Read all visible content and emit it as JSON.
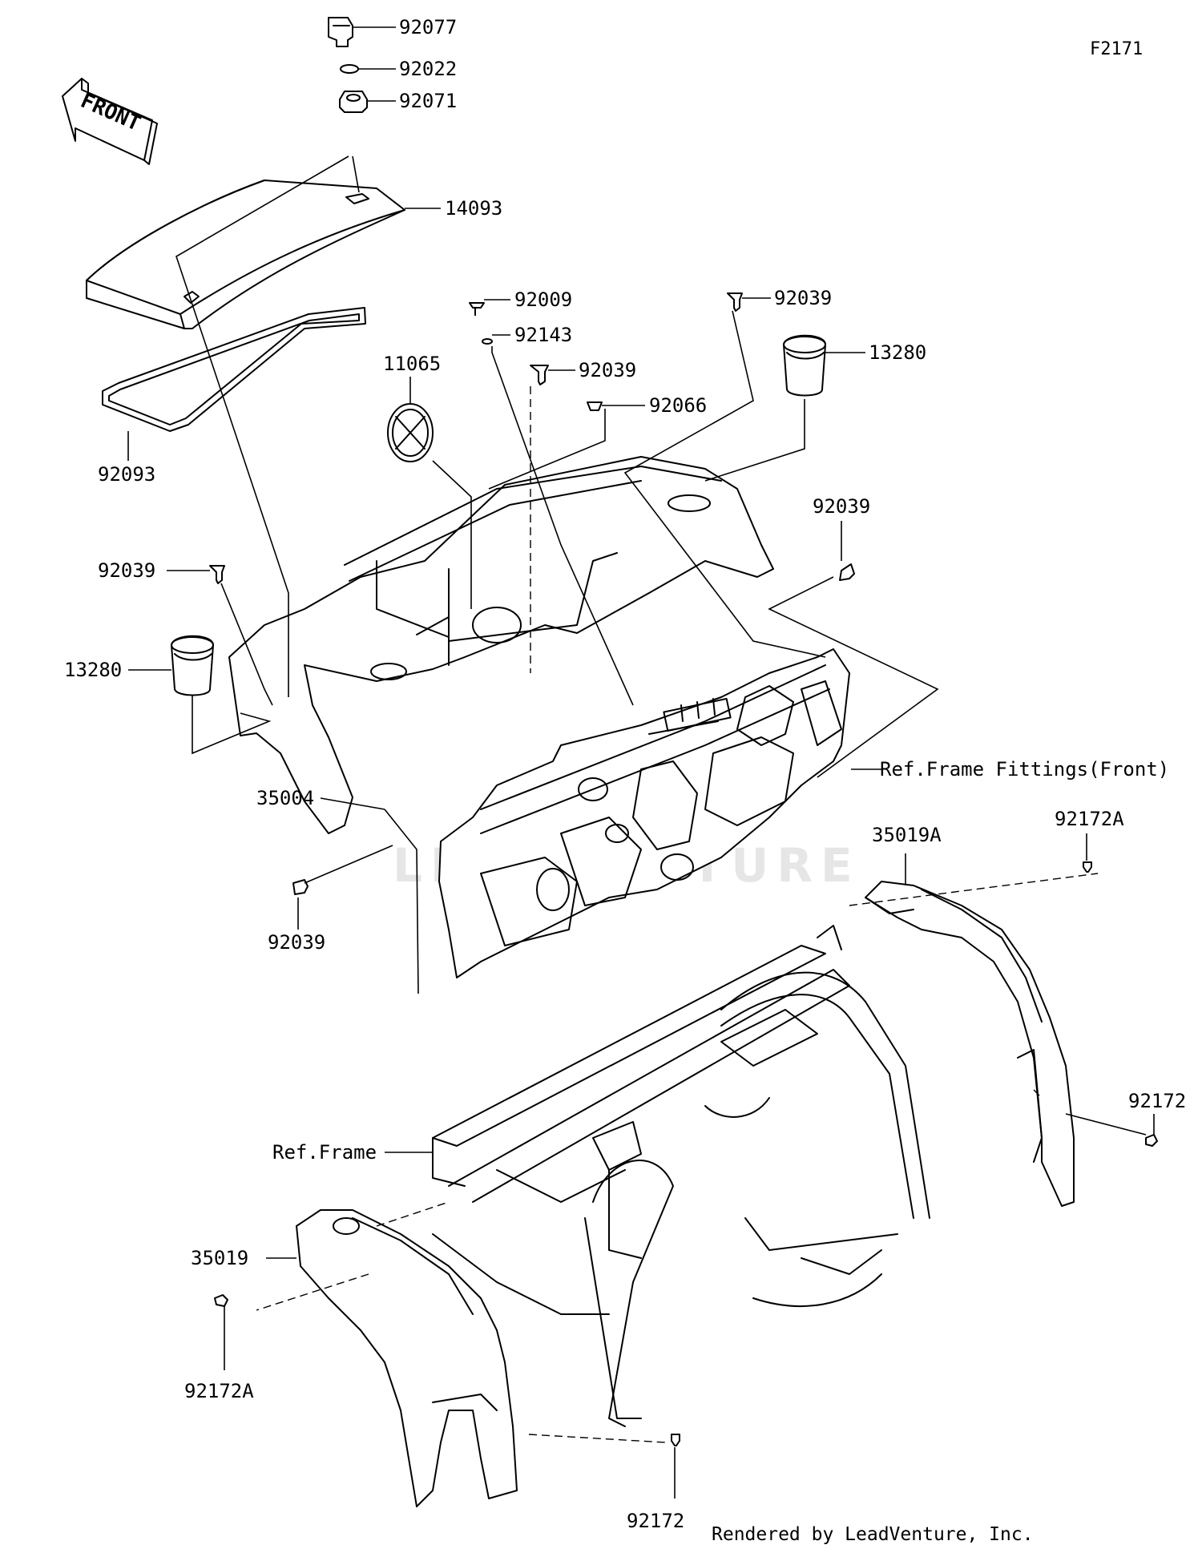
{
  "figure_code": "F2171",
  "direction_label": "FRONT",
  "watermark": "LEADVENTURE",
  "credit": "Rendered by LeadVenture, Inc.",
  "parts": [
    {
      "id": "p1",
      "number": "92077"
    },
    {
      "id": "p2",
      "number": "92022"
    },
    {
      "id": "p3",
      "number": "92071"
    },
    {
      "id": "p4",
      "number": "14093"
    },
    {
      "id": "p5",
      "number": "92093"
    },
    {
      "id": "p6",
      "number": "92009"
    },
    {
      "id": "p7",
      "number": "92143"
    },
    {
      "id": "p8",
      "number": "92039"
    },
    {
      "id": "p9",
      "number": "92039"
    },
    {
      "id": "p10",
      "number": "13280"
    },
    {
      "id": "p11",
      "number": "11065"
    },
    {
      "id": "p12",
      "number": "92066"
    },
    {
      "id": "p13",
      "number": "92039"
    },
    {
      "id": "p14",
      "number": "92039"
    },
    {
      "id": "p15",
      "number": "13280"
    },
    {
      "id": "p16",
      "number": "35004"
    },
    {
      "id": "p17",
      "number": "92039"
    },
    {
      "id": "p18",
      "number": "35019A"
    },
    {
      "id": "p19",
      "number": "92172A"
    },
    {
      "id": "p20",
      "number": "92172"
    },
    {
      "id": "p21",
      "number": "35019"
    },
    {
      "id": "p22",
      "number": "92172A"
    },
    {
      "id": "p23",
      "number": "92172"
    }
  ],
  "references": [
    {
      "id": "r1",
      "text": "Ref.Frame Fittings(Front)"
    },
    {
      "id": "r2",
      "text": "Ref.Frame"
    }
  ]
}
